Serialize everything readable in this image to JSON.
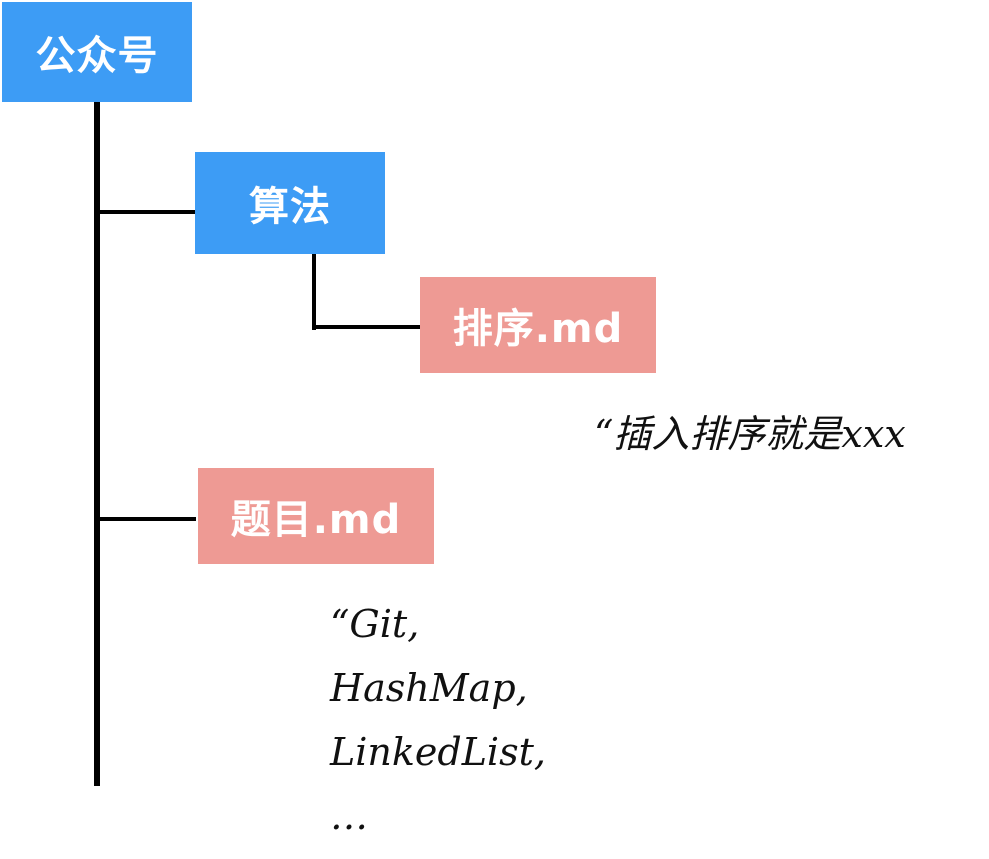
{
  "tree": {
    "root": {
      "label": "公众号",
      "color": "#3d9cf5"
    },
    "folder": {
      "label": "算法",
      "color": "#3d9cf5"
    },
    "file_sort": {
      "label": "排序.md",
      "color": "#ee9a94"
    },
    "file_topics": {
      "label": "题目.md",
      "color": "#ee9a94"
    }
  },
  "notes": {
    "sort_note": "“插入排序就是xxx",
    "topics_note": [
      "“Git,",
      "HashMap,",
      "LinkedList,",
      "…"
    ]
  },
  "colors": {
    "folder": "#3d9cf5",
    "file": "#ee9a94",
    "line": "#000000"
  }
}
